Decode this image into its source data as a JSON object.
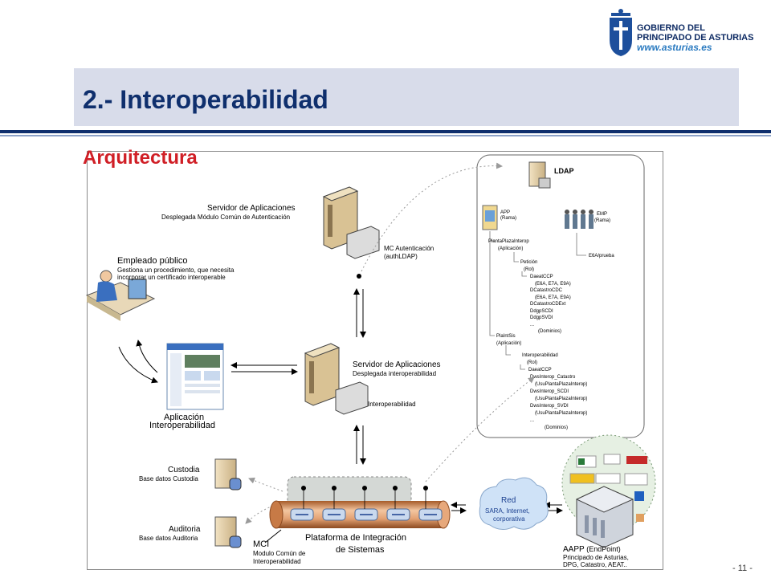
{
  "logo": {
    "line1": "GOBIERNO DEL",
    "line2": "PRINCIPADO DE ASTURIAS",
    "url": "www.asturias.es"
  },
  "header": {
    "title": "2.- Interoperabilidad",
    "subtitle": "Arquitectura"
  },
  "diagram": {
    "server_top_title": "Servidor de  Aplicaciones",
    "server_top_sub": "Desplegada Módulo Común de Autenticación",
    "mc_auth_1": "MC Autenticación",
    "mc_auth_2": "(authLDAP)",
    "empleado_title": "Empleado público",
    "empleado_l1": "Gestiona un procedimiento, que necesita",
    "empleado_l2": "incorporar un certificado interoperable",
    "server_mid_title": "Servidor de  Aplicaciones",
    "server_mid_sub": "Desplegada interoperabilidad",
    "interop_box": "Interoperabilidad",
    "app_1": "Aplicación",
    "app_2": "Interoperabilidad",
    "custodia_title": "Custodia",
    "custodia_sub": "Base datos Custodia",
    "auditoria_title": "Auditoria",
    "auditoria_sub": "Base datos Auditoria",
    "mci_title": "MCI",
    "mci_l1": "Modulo Común de",
    "mci_l2": "Interoperabilidad",
    "plataforma_1": "Plataforma de Integración",
    "plataforma_2": "de Sistemas",
    "red_title": "Red",
    "red_l1": "SARA, Internet,",
    "red_l2": "corporativa",
    "aapp_1": "AAPP",
    "aapp_ep": "(EndPoint)",
    "aapp_l2": "Principado de Asturias,",
    "aapp_l3": "DPG, Catastro, AEAT.."
  },
  "ldap": {
    "title": "LDAP",
    "app": "APP",
    "app_rama": "(Rama)",
    "emp": "EMP",
    "emp_rama": "(Rama)",
    "e6a": "E6A/prueba",
    "tree1": [
      "PlantaPlazaInterop",
      "(Aplicación)",
      "Petición",
      "(Rol)",
      "DaeatCCP",
      "(E6A, E7A, E9A)",
      "DCatastroCDC",
      "(E6A, E7A, E9A)",
      "DCatastroCDExt",
      "DdgpSCDI",
      "DdgpSVDI",
      "...",
      "(Dominios)"
    ],
    "tree2": [
      "PlaIntSis",
      "(Aplicación)",
      "Interoperabilidad",
      "(Rol)",
      "DaeatCCP",
      "DwsInterop_Catastro",
      "(UsuPlantaPlazaInterop)",
      "DwsInterop_SCDI",
      "(UsuPlantaPlazaInterop)",
      "DwsInterop_SVDI",
      "(UsuPlantaPlazaInterop)",
      "...",
      "(Dominios)"
    ]
  },
  "footer": {
    "page_number": "- 11 -"
  }
}
